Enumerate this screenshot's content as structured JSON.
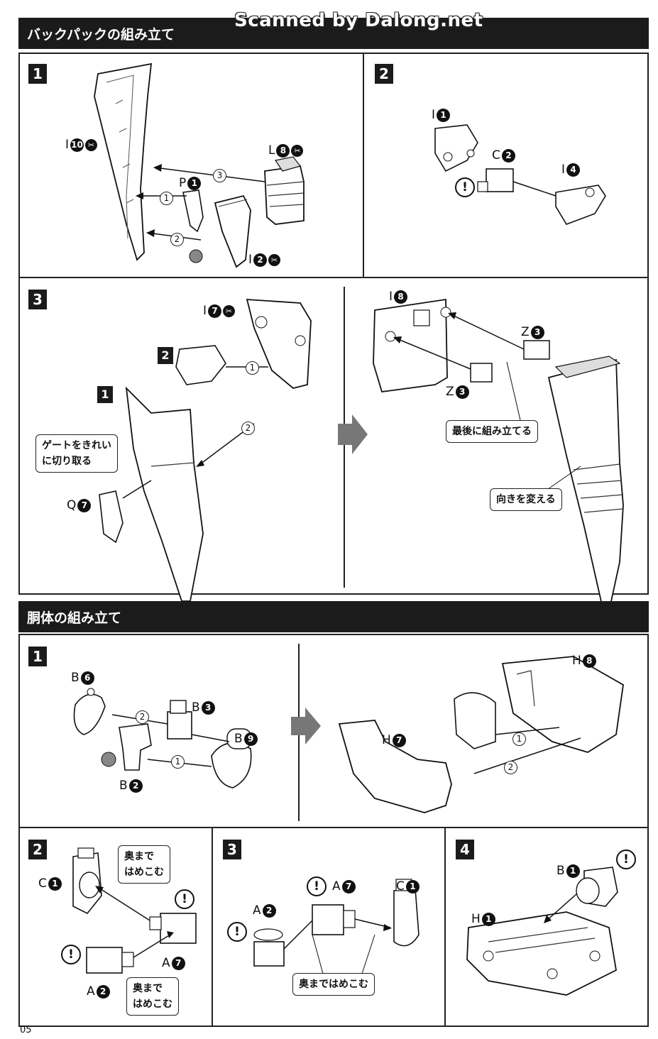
{
  "watermark": "Scanned by Dalong.net",
  "backpack": {
    "title": "バックパックの組み立て",
    "step1": {
      "number": "1",
      "labels": [
        {
          "part": "I",
          "num": "10",
          "snip": true
        },
        {
          "part": "L",
          "num": "8",
          "snip": true
        },
        {
          "part": "P",
          "num": "1",
          "snip": false
        },
        {
          "part": "I",
          "num": "2",
          "snip": true
        }
      ],
      "sequence": [
        "1",
        "2",
        "3"
      ]
    },
    "step2": {
      "number": "2",
      "labels": [
        {
          "part": "I",
          "num": "1"
        },
        {
          "part": "C",
          "num": "2"
        },
        {
          "part": "I",
          "num": "4"
        }
      ],
      "warning": "!"
    },
    "step3": {
      "number": "3",
      "labels": [
        {
          "part": "I",
          "num": "7",
          "snip": true
        },
        {
          "part": "Q",
          "num": "7"
        },
        {
          "part": "I",
          "num": "8"
        },
        {
          "part": "Z",
          "num": "3"
        },
        {
          "part": "Z",
          "num": "3"
        }
      ],
      "subassembly_refs": [
        "2",
        "1"
      ],
      "sequence": [
        "1",
        "2"
      ],
      "callouts": {
        "gate": "ゲートをきれい\nに切り取る",
        "last": "最後に組み立てる",
        "turn": "向きを変える"
      }
    }
  },
  "torso": {
    "title": "胴体の組み立て",
    "step1": {
      "number": "1",
      "labels": [
        {
          "part": "B",
          "num": "6"
        },
        {
          "part": "B",
          "num": "3"
        },
        {
          "part": "B",
          "num": "9"
        },
        {
          "part": "B",
          "num": "2"
        },
        {
          "part": "H",
          "num": "8"
        },
        {
          "part": "H",
          "num": "7"
        }
      ],
      "sequence": [
        "2",
        "1",
        "1",
        "2"
      ]
    },
    "step2": {
      "number": "2",
      "labels": [
        {
          "part": "C",
          "num": "1"
        },
        {
          "part": "A",
          "num": "7"
        },
        {
          "part": "A",
          "num": "2"
        }
      ],
      "callouts": {
        "top": "奥まで\nはめこむ",
        "bottom": "奥まで\nはめこむ"
      },
      "warning": "!"
    },
    "step3": {
      "number": "3",
      "labels": [
        {
          "part": "A",
          "num": "2"
        },
        {
          "part": "A",
          "num": "7"
        },
        {
          "part": "C",
          "num": "1"
        }
      ],
      "callout": "奥まではめこむ",
      "warning": "!"
    },
    "step4": {
      "number": "4",
      "labels": [
        {
          "part": "B",
          "num": "1"
        },
        {
          "part": "H",
          "num": "1"
        }
      ],
      "warning": "!"
    }
  },
  "page_number": "05"
}
